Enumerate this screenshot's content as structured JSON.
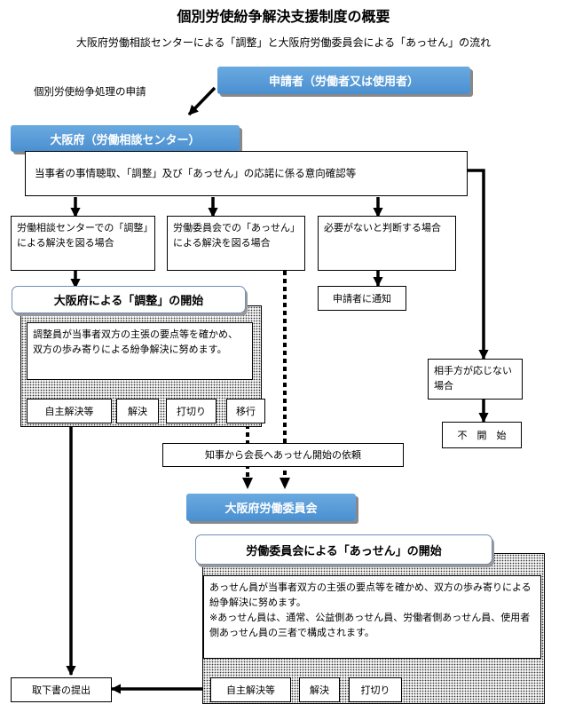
{
  "title": "個別労使紛争解決支援制度の概要",
  "subtitle": "大阪府労働相談センターによる「調整」と大阪府労働委員会による「あっせん」の流れ",
  "applicant": "申請者（労働者又は使用者）",
  "application_label": "個別労使紛争処理の申請",
  "osaka_center": "大阪府（労働相談センター）",
  "intake": "当事者の事情聴取、「調整」及び「あっせん」の応諾に係る意向確認等",
  "branch_center": "労働相談センターでの「調整」による解決を図る場合",
  "branch_committee": "労働委員会での「あっせん」による解決を図る場合",
  "branch_unneeded": "必要がないと判断する場合",
  "notify": "申請者に通知",
  "other_party_declines": "相手方が応じない場合",
  "not_started": "不　開　始",
  "chousei_start": "大阪府による「調整」の開始",
  "chousei_desc": "調整員が当事者双方の主張の要点等を確かめ、双方の歩み寄りによる紛争解決に努めます。",
  "chousei_outcomes": [
    "自主解決等",
    "解決",
    "打切り",
    "移行"
  ],
  "governor_request": "知事から会長へあっせん開始の依頼",
  "labor_committee": "大阪府労働委員会",
  "assen_start": "労働委員会による「あっせん」の開始",
  "assen_desc": "あっせん員が当事者双方の主張の要点等を確かめ、双方の歩み寄りによる紛争解決に努めます。",
  "assen_note": "※あっせん員は、通常、公益側あっせん員、労働者側あっせん員、使用者側あっせん員の三者で構成されます。",
  "assen_outcomes": [
    "自主解決等",
    "解決",
    "打切り"
  ],
  "withdrawal": "取下書の提出"
}
